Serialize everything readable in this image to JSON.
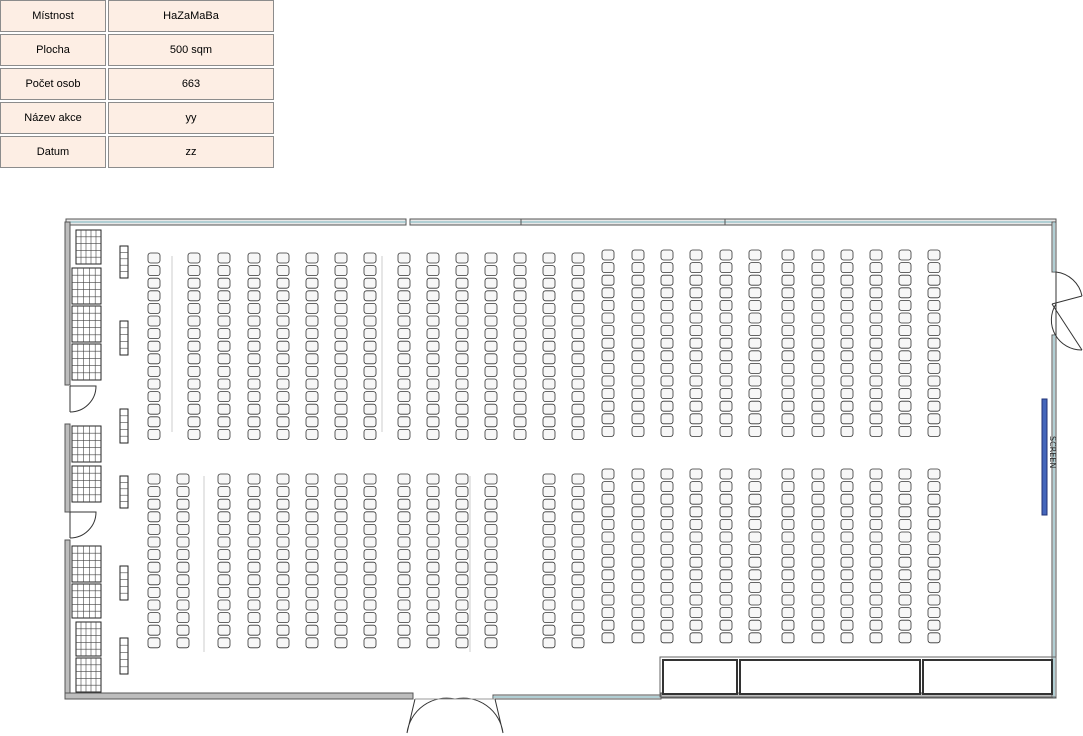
{
  "info": [
    {
      "label": "Místnost",
      "value": "HaZaMaBa"
    },
    {
      "label": "Plocha",
      "value": "500 sqm"
    },
    {
      "label": "Počet osob",
      "value": "663"
    },
    {
      "label": "Název akce",
      "value": "yy"
    },
    {
      "label": "Datum",
      "value": "zz"
    }
  ],
  "screen_label": "SCREEN",
  "seating": {
    "upper_block": {
      "rows": 15,
      "columns": 27
    },
    "lower_block": {
      "rows": 14,
      "columns": 27,
      "missing_columns": [
        12
      ]
    }
  },
  "colors": {
    "wall": "#a8a8a8",
    "window": "#7ab6c0",
    "screen": "#4466bb",
    "info_cell": "#fdeee4"
  }
}
